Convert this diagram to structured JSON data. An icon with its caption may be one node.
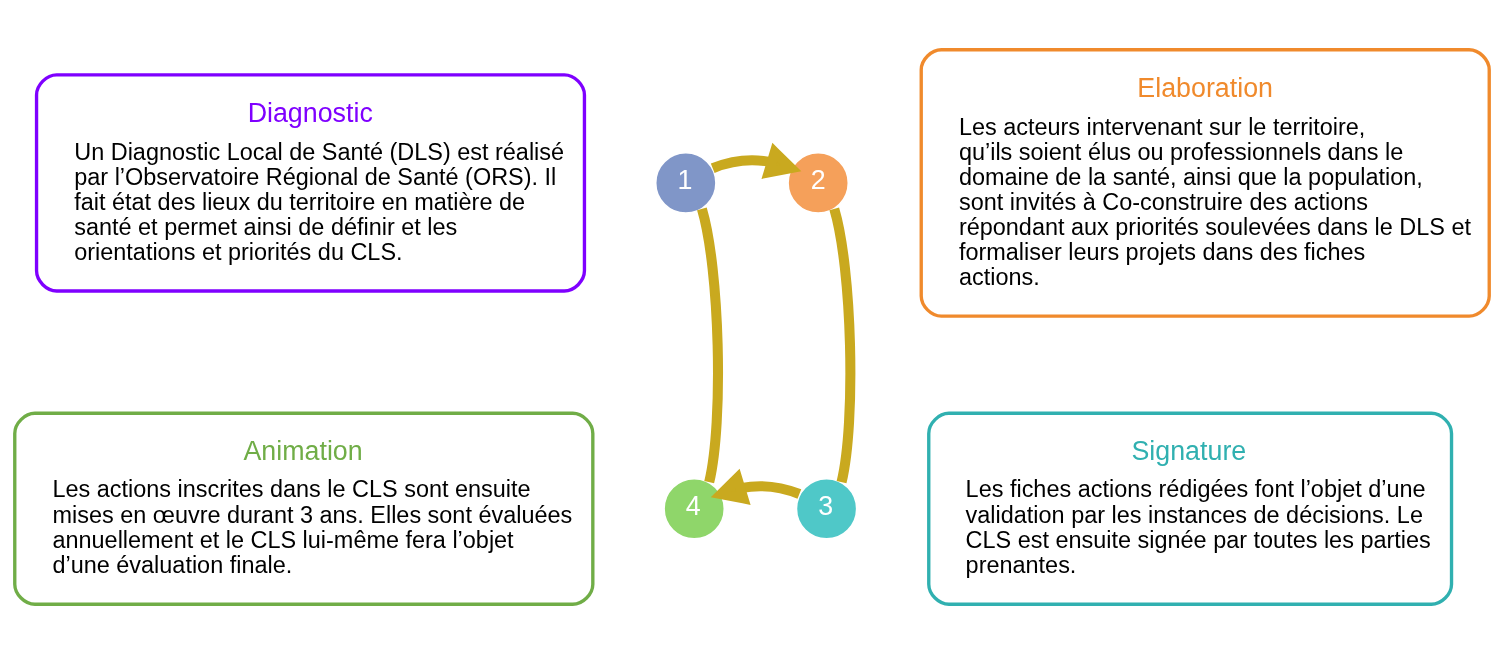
{
  "diagram": {
    "nodes": [
      {
        "text": [
          "Diagnostic",
          "Un Diagnostic Local de Santé (DLS) est réalisé par l’Observatoire Régional de Santé (ORS). Il fait état des lieux du territoire en matière de santé et permet ainsi de définir et les orientations et priorités du CLS."
        ]
      },
      {
        "text": [
          "Elaboration",
          "Les acteurs intervenant sur le territoire, qu’ils soient élus ou professionnels dans le domaine de la santé, ainsi que la population, sont invités à Co-construire des actions répondant aux priorités soulevées dans le DLS et formaliser leurs projets dans des fiches actions."
        ]
      },
      {
        "text": [
          "1"
        ]
      },
      {
        "text": [
          "2"
        ]
      },
      {
        "text": [
          "4"
        ]
      },
      {
        "text": [
          "3"
        ]
      },
      {
        "text": [
          "Animation",
          "Les actions inscrites dans le CLS sont ensuite mises en œuvre durant 3 ans. Elles sont évaluées annuellement et le CLS lui-même fera l’objet d’une évaluation finale."
        ]
      },
      {
        "text": [
          "Signature",
          "Les fiches actions rédigées font l’objet d’une validation par les instances de décisions. Le CLS est ensuite signée par toutes les parties prenantes."
        ]
      }
    ],
    "edges": [
      {
        "from": 2,
        "to": 3,
        "arrow": "to"
      },
      {
        "from": 3,
        "to": 5,
        "arrow": "none"
      },
      {
        "from": 5,
        "to": 4,
        "arrow": "to"
      },
      {
        "from": 4,
        "to": 2,
        "arrow": "none"
      }
    ]
  }
}
